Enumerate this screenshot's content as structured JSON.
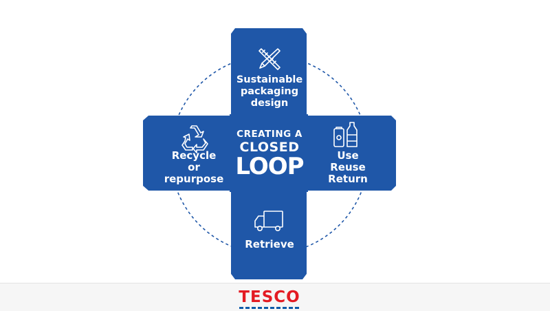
{
  "diagram": {
    "center": {
      "line1": "CREATING A",
      "line2": "CLOSED",
      "line3": "LOOP"
    },
    "arms": {
      "top": {
        "label": "Sustainable\npackaging\ndesign",
        "icon": "pencil-ruler-icon"
      },
      "right": {
        "label": "Use\nReuse\nReturn",
        "icon": "can-and-bottle-icon"
      },
      "bottom": {
        "label": "Retrieve",
        "icon": "delivery-truck-icon"
      },
      "left": {
        "label": "Recycle\nor\nrepurpose",
        "icon": "recycle-icon"
      }
    }
  },
  "footer": {
    "logo": "TESCO"
  },
  "colors": {
    "primary_blue": "#1f57a8",
    "brand_red": "#e31b23",
    "brand_blue": "#0d5aa8",
    "dashed_ring": "#1f57a8"
  }
}
